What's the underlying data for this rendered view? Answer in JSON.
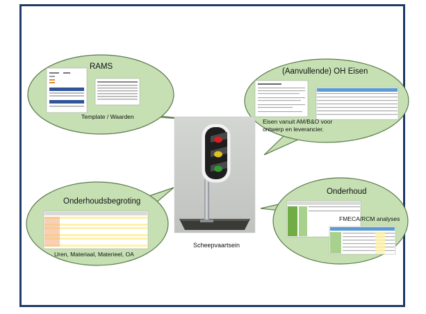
{
  "bubbles": {
    "rams": {
      "title": "RAMS",
      "subtitle": "Template / Waarden"
    },
    "oh_eisen": {
      "title": "(Aanvullende) OH Eisen",
      "subtitle_line1": "Eisen vanuit AM/B&O voor",
      "subtitle_line2": "ontwerp en leverancier."
    },
    "begroting": {
      "title": "Onderhoudsbegroting",
      "subtitle": "Uren, Materiaal, Materieel, OA"
    },
    "onderhoud": {
      "title": "Onderhoud",
      "subtitle": "FMECA/RCM analyses"
    }
  },
  "center": {
    "caption": "Scheepvaartsein"
  },
  "colors": {
    "frame": "#1f3a68",
    "bubble_fill": "#c6e0b4",
    "bubble_stroke": "#5a7a4a",
    "signal_red": "#d81e1e",
    "signal_yellow": "#e0c21a",
    "signal_green": "#2f9e2f"
  }
}
